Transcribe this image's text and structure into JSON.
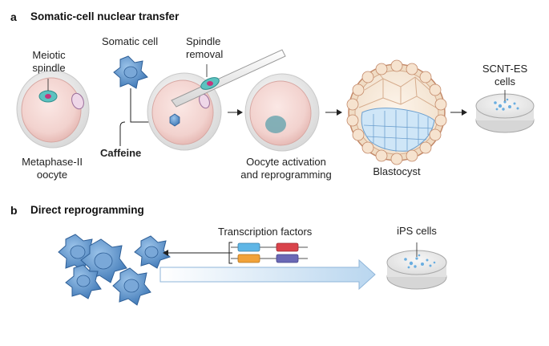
{
  "panel_a": {
    "letter": "a",
    "title": "Somatic-cell nuclear transfer",
    "labels": {
      "meiotic_spindle_1": "Meiotic",
      "meiotic_spindle_2": "spindle",
      "metaphase_1": "Metaphase-II",
      "metaphase_2": "oocyte",
      "somatic_cell": "Somatic cell",
      "spindle_removal_1": "Spindle",
      "spindle_removal_2": "removal",
      "caffeine": "Caffeine",
      "oocyte_activation_1": "Oocyte activation",
      "oocyte_activation_2": "and reprogramming",
      "blastocyst": "Blastocyst",
      "scnt_es_1": "SCNT-ES",
      "scnt_es_2": "cells"
    }
  },
  "panel_b": {
    "letter": "b",
    "title": "Direct reprogramming",
    "labels": {
      "transcription_factors": "Transcription factors",
      "ips_cells": "iPS cells"
    }
  },
  "colors": {
    "oocyte_fill": "#f3d6d3",
    "zona": "#ececec",
    "cell_blue": "#5b93cc",
    "arrow_blue": "#cfe3f4",
    "factor_cyan": "#5fb6e6",
    "factor_red": "#d9434b",
    "factor_orange": "#f1a23a",
    "factor_purple": "#6a68b5"
  }
}
